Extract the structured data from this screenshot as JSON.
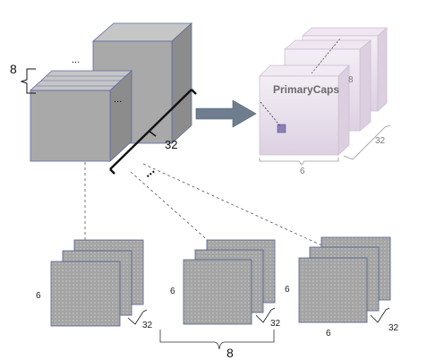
{
  "labels": {
    "cube_depth": "8",
    "block_depth": "32",
    "primarycaps_title": "PrimaryCaps",
    "primarycaps_depth_top": "8",
    "primarycaps_depth_right": "32",
    "primarycaps_height": "6",
    "grid1_height": "6",
    "grid1_depth": "32",
    "grid2_height": "6",
    "grid2_depth": "32",
    "grid3_height": "6",
    "grid3_width": "6",
    "grid3_depth": "32",
    "bottom_group": "8",
    "ellipsis": "..."
  },
  "colors": {
    "cube_front": "#a9a9a9",
    "cube_top": "#c6c6c6",
    "cube_side": "#8c8c8c",
    "cube_edge": "#5b6aa0",
    "caps_front": "#e9dfec",
    "caps_edge": "#d2c3d6",
    "caps_capsule": "#8a80b8",
    "arrow": "#6f7e8e",
    "grid_fill": "#a4a4a4"
  }
}
